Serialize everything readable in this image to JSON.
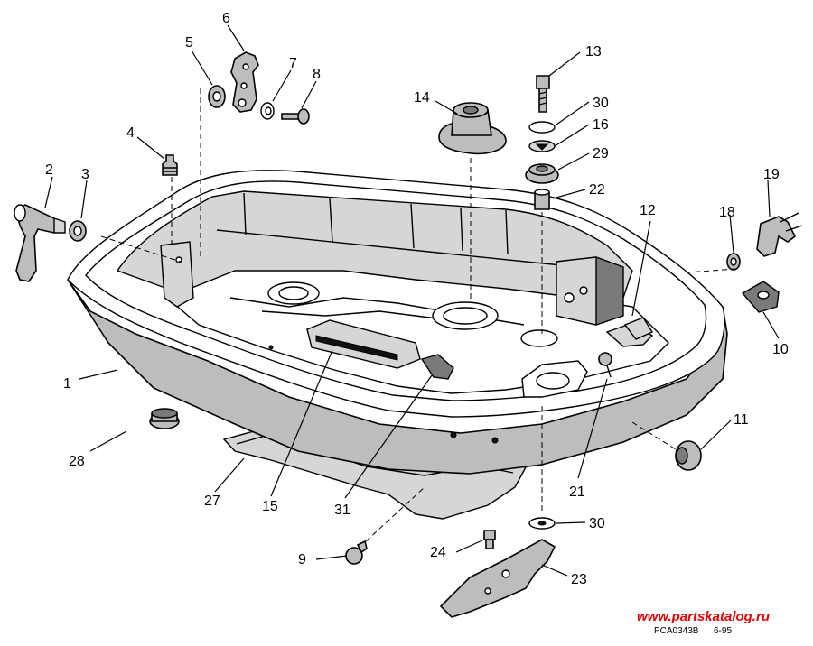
{
  "callouts": {
    "c1": "1",
    "c2": "2",
    "c3": "3",
    "c4": "4",
    "c5": "5",
    "c6": "6",
    "c7": "7",
    "c8": "8",
    "c9": "9",
    "c10": "10",
    "c11": "11",
    "c12": "12",
    "c13": "13",
    "c14": "14",
    "c15": "15",
    "c16": "16",
    "c18": "18",
    "c19": "19",
    "c21": "21",
    "c22": "22",
    "c23": "23",
    "c24": "24",
    "c27": "27",
    "c28": "28",
    "c29": "29",
    "c30a": "30",
    "c30b": "30",
    "c31": "31"
  },
  "footer": {
    "drawing_code": "PCA0343B",
    "date_code": "6-95",
    "watermark": "www.partskatalog.ru"
  },
  "colors": {
    "line": "#000000",
    "part_fill": "#bdbdbd",
    "watermark": "#e20000"
  }
}
